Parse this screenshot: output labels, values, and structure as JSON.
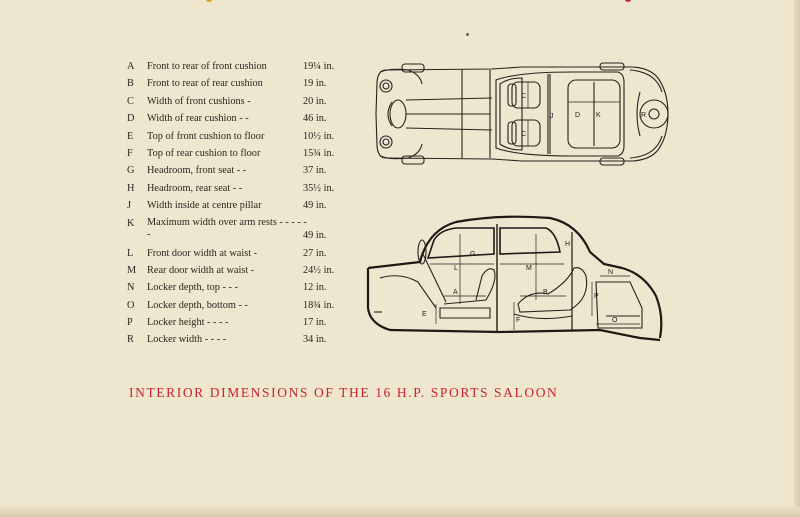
{
  "dimensions": [
    {
      "letter": "A",
      "label": "Front to rear of front cushion",
      "value": "19¼ in."
    },
    {
      "letter": "B",
      "label": "Front to rear of rear cushion",
      "value": "19  in."
    },
    {
      "letter": "C",
      "label": "Width of front cushions   -",
      "value": "20  in."
    },
    {
      "letter": "D",
      "label": "Width of rear cushion   -   -",
      "value": "46  in."
    },
    {
      "letter": "E",
      "label": "Top of front cushion to floor",
      "value": "10½ in."
    },
    {
      "letter": "F",
      "label": "Top of rear cushion to floor",
      "value": "15¾ in."
    },
    {
      "letter": "G",
      "label": "Headroom, front seat   -   -",
      "value": "37  in."
    },
    {
      "letter": "H",
      "label": "Headroom, rear seat   -   -",
      "value": "35½ in."
    },
    {
      "letter": "J",
      "label": "Width inside at centre pillar",
      "value": "49  in."
    },
    {
      "letter": "K",
      "label": "Maximum width over arm rests   -   -   -   -   -   -",
      "value": "49  in."
    },
    {
      "letter": "L",
      "label": "Front door width at waist   -",
      "value": "27  in."
    },
    {
      "letter": "M",
      "label": "Rear door width at waist   -",
      "value": "24½ in."
    },
    {
      "letter": "N",
      "label": "Locker depth, top   -   -   -",
      "value": "12  in."
    },
    {
      "letter": "O",
      "label": "Locker depth, bottom   -   -",
      "value": "18¾ in."
    },
    {
      "letter": "P",
      "label": "Locker height   -   -   -   -",
      "value": "17  in."
    },
    {
      "letter": "R",
      "label": "Locker width   -   -   -   -",
      "value": "34  in."
    }
  ],
  "caption": "INTERIOR DIMENSIONS OF THE 16 H.P. SPORTS SALOON",
  "plan_view_labels": {
    "c1": "C",
    "c2": "C",
    "j": "J",
    "d": "D",
    "k": "K",
    "r": "R"
  },
  "side_view_labels": {
    "g": "G",
    "h": "H",
    "l": "L",
    "m": "M",
    "a": "A",
    "b": "B",
    "n": "N",
    "p": "P",
    "e": "E",
    "f": "F",
    "o": "O"
  },
  "colors": {
    "paper": "#efe6cf",
    "ink": "#2a2520",
    "caption_red": "#c8242f"
  }
}
